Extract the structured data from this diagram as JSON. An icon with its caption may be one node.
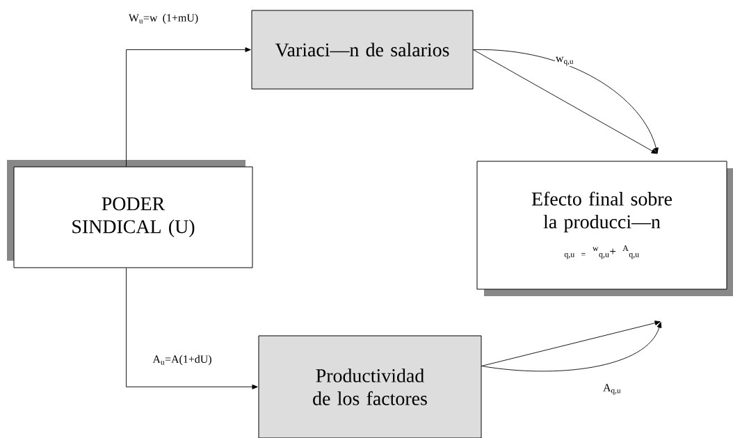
{
  "diagram": {
    "nodes": [
      {
        "text": [
          "PODER SINDICAL (U)"
        ]
      },
      {
        "text": [
          "Variaci—n de salarios"
        ]
      },
      {
        "text": [
          "Productividad de los factores"
        ]
      },
      {
        "text": [
          "Efecto final sobre la producci—n",
          "$_{q,u =}$ $^{w}$$_{q,u}$+ $^{A}$$_{q,u}$"
        ]
      }
    ],
    "edges": [
      {
        "from": 0,
        "to": 1,
        "arrow": "to",
        "label": "W$_{u}$=w (1+mU)"
      },
      {
        "from": 0,
        "to": 2,
        "arrow": "to",
        "label": "A$_{u}$=A(1+dU)"
      },
      {
        "from": 1,
        "to": 3,
        "arrow": "to"
      },
      {
        "from": 1,
        "to": 3,
        "arrow": "to",
        "label": "w$_{q,u}$"
      },
      {
        "from": 2,
        "to": 3,
        "arrow": "to"
      },
      {
        "from": 2,
        "to": 3,
        "arrow": "to",
        "label": "A$_{q,u}$"
      }
    ]
  }
}
